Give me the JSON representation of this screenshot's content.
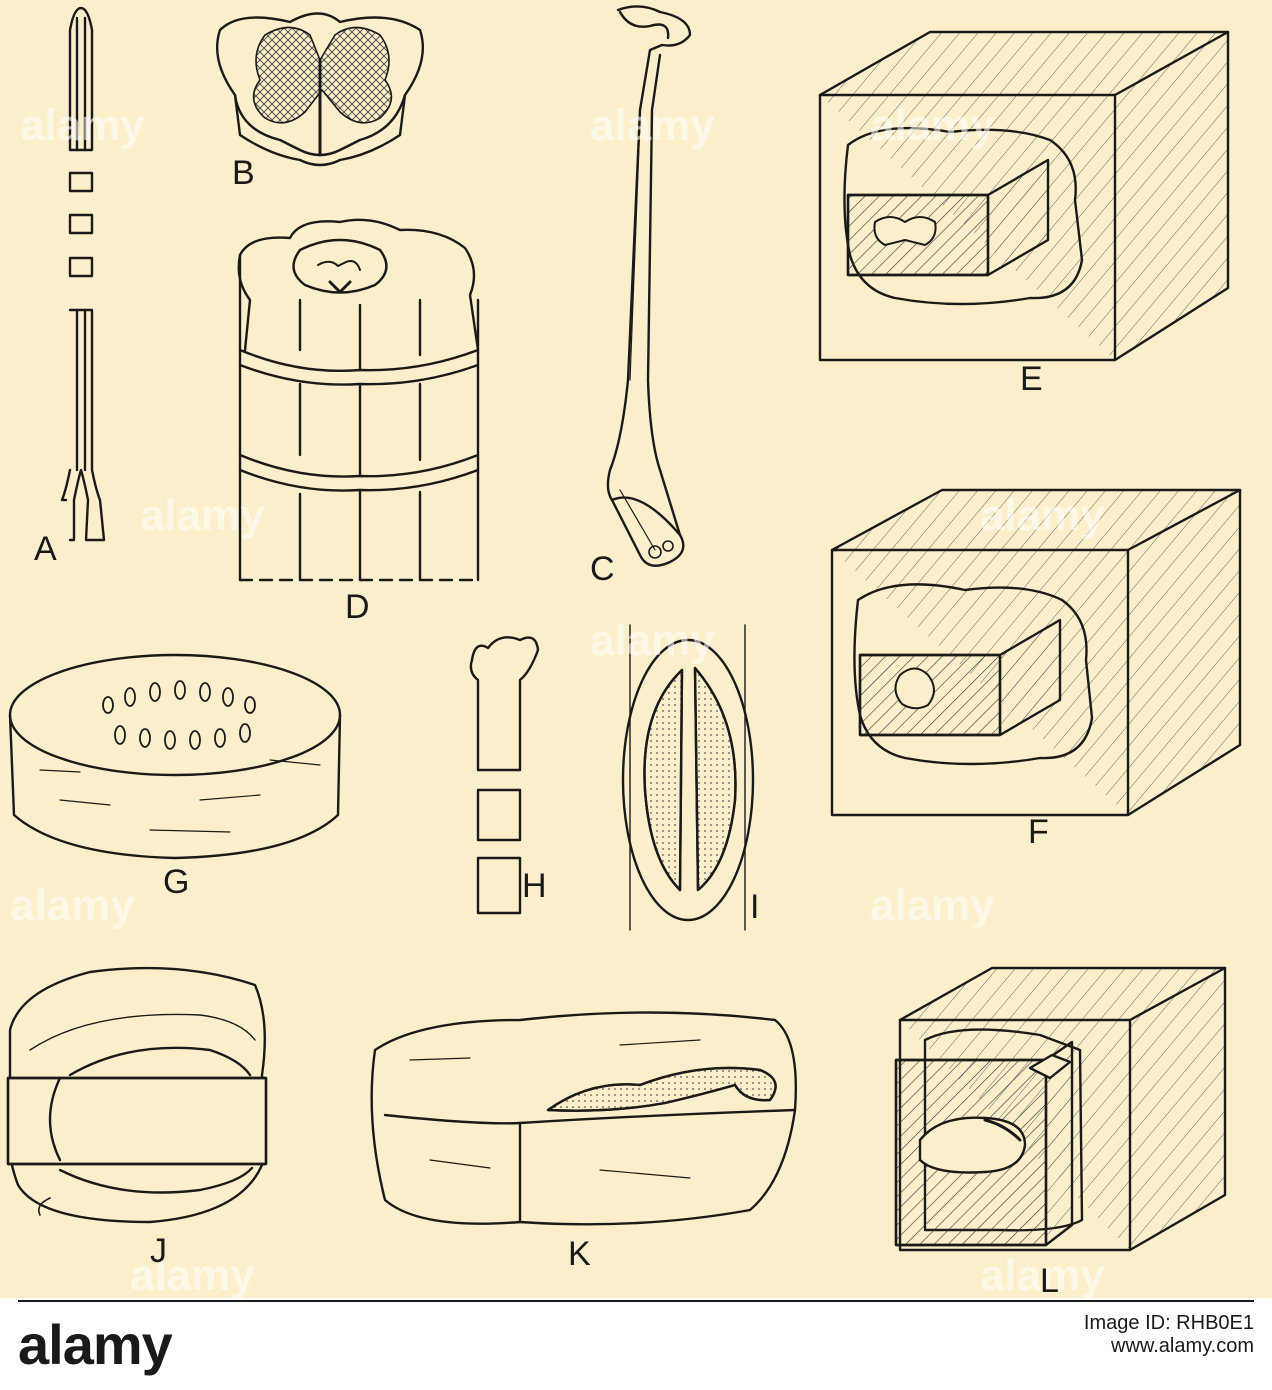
{
  "figure": {
    "panel_labels": {
      "a": "A",
      "b": "B",
      "c": "C",
      "d": "D",
      "e": "E",
      "f": "F",
      "g": "G",
      "h": "H",
      "i": "I",
      "j": "J",
      "k": "K",
      "l": "L"
    }
  },
  "watermark": {
    "text": "alamy"
  },
  "footer": {
    "logo": "alamy",
    "image_id_label": "Image ID: RHB0E1",
    "url": "www.alamy.com"
  },
  "colors": {
    "plate": "#fbefcb",
    "ink": "#1a1a1a"
  }
}
